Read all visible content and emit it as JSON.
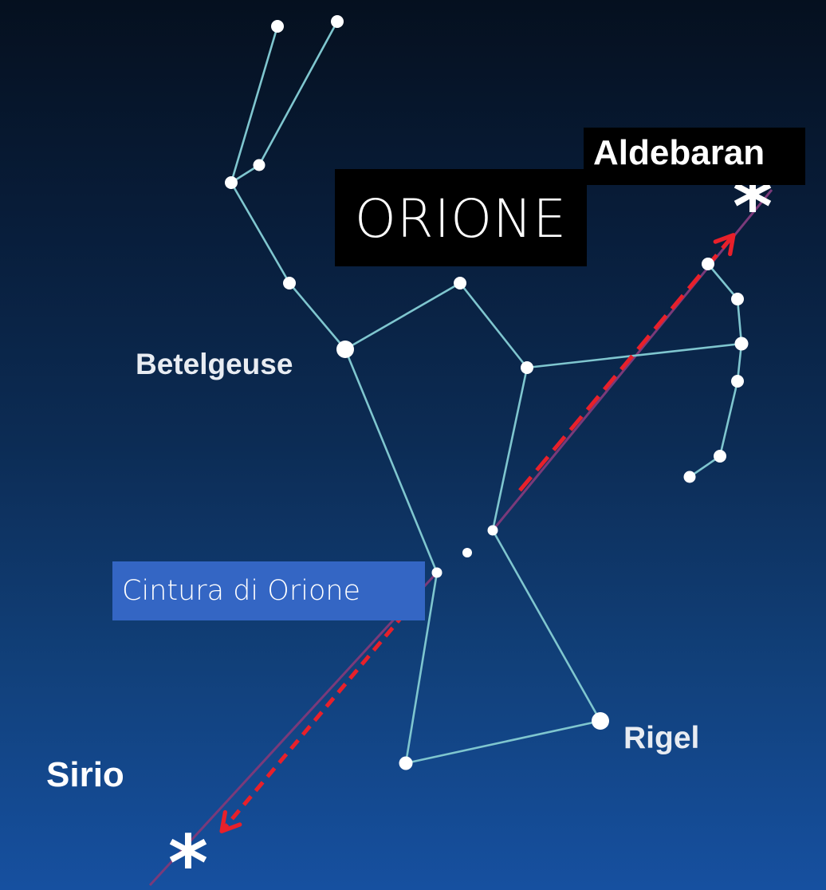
{
  "title": "ORIONE",
  "labels": {
    "aldebaran": "Aldebaran",
    "betelgeuse": "Betelgeuse",
    "rigel": "Rigel",
    "sirio": "Sirio",
    "belt": "Cintura di Orione"
  },
  "colors": {
    "constellation_line": "#7fc6cf",
    "star": "#ffffff",
    "arrow": "#e8202a",
    "guide_line": "#7a3a7a",
    "belt_box": "#3466c4",
    "label_box": "#000000"
  },
  "markers": {
    "bright_star_glyph": "*"
  }
}
